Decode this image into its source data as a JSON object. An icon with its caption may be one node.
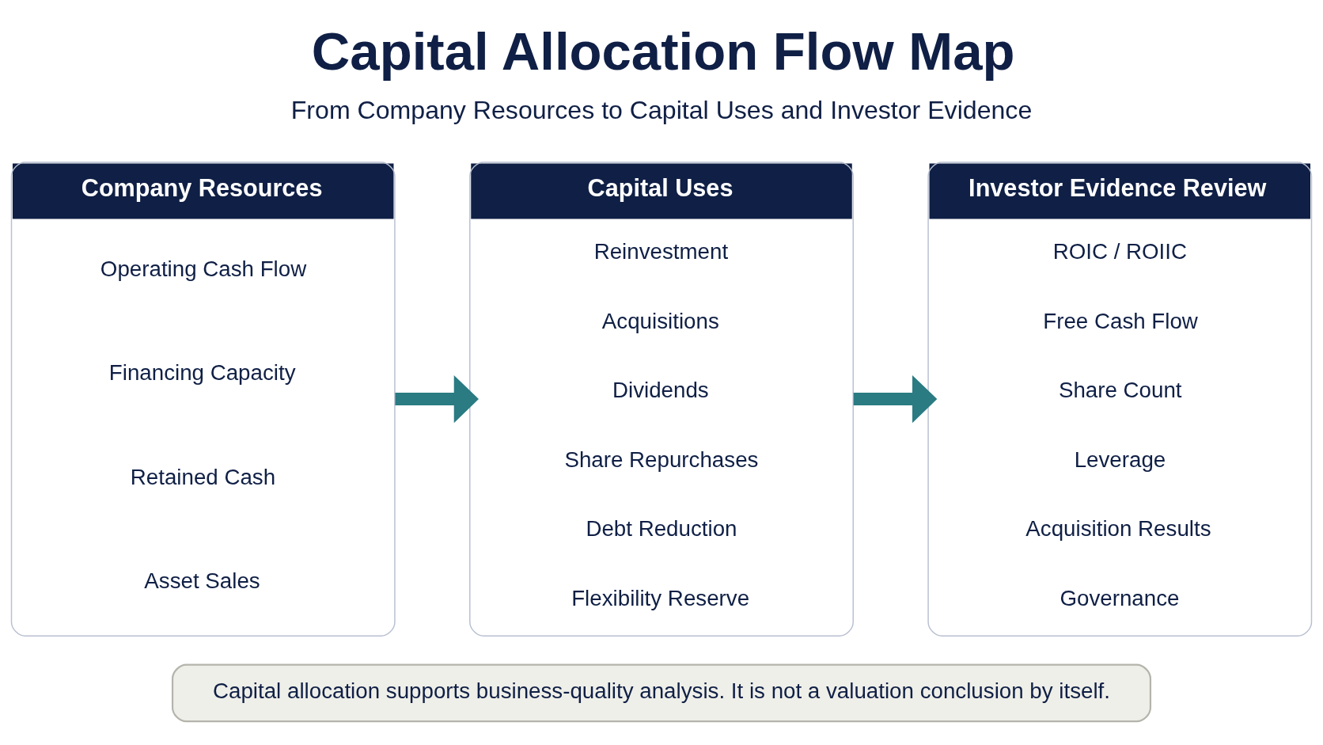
{
  "diagram": {
    "title": "Capital Allocation Flow Map",
    "nodes": [
      {
        "text": [
          "Company Resources",
          "Operating Cash Flow",
          "Financing Capacity",
          "Retained Cash",
          "Asset Sales"
        ]
      },
      {
        "text": [
          "Capital Uses",
          "Reinvestment",
          "Acquisitions",
          "Dividends",
          "Share Repurchases",
          "Debt Reduction",
          "Flexibility Reserve"
        ]
      },
      {
        "text": [
          "Investor Evidence Review",
          "ROIC / ROIIC",
          "Free Cash Flow",
          "Share Count",
          "Leverage",
          "Acquisition Results",
          "Governance"
        ]
      },
      {
        "text": [
          "Capital allocation supports business-quality analysis. It is not a valuation conclusion by itself."
        ]
      }
    ],
    "edges": [
      {
        "from": 0,
        "to": 1,
        "arrow": "to"
      },
      {
        "from": 1,
        "to": 2,
        "arrow": "to"
      }
    ],
    "labels": [
      "From Company Resources to Capital Uses and Investor Evidence"
    ]
  }
}
